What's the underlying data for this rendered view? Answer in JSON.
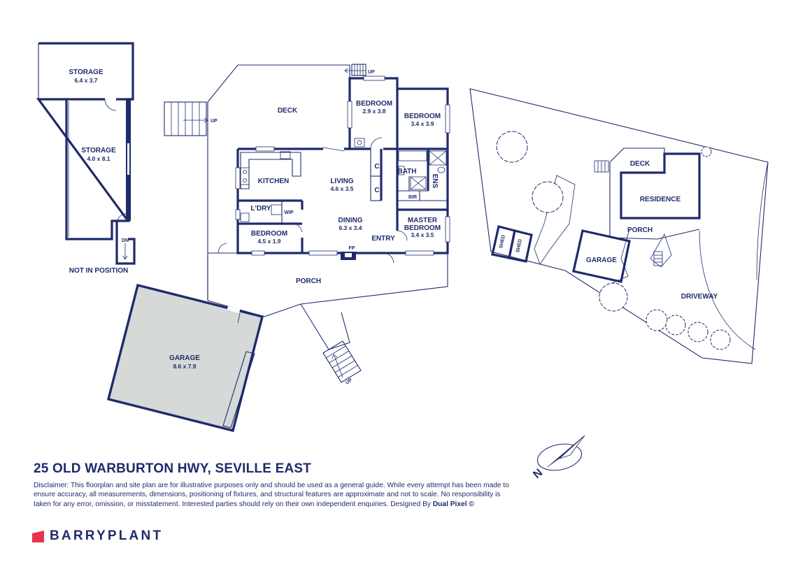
{
  "colors": {
    "ink": "#1f2b6b",
    "garage_fill": "#d5d9d7",
    "brand_red": "#e8334a"
  },
  "outbuilding": {
    "storage_top": {
      "name": "STORAGE",
      "dims": "6.4 x 3.7"
    },
    "storage_main": {
      "name": "STORAGE",
      "dims": "4.0 x 8.1"
    },
    "dn": "DN",
    "not_in_position": "NOT IN POSITION"
  },
  "house": {
    "deck": "DECK",
    "up_top": "UP",
    "up_left": "UP",
    "up_bottom": "UP",
    "kitchen": "KITCHEN",
    "laundry": "L'DRY",
    "wip": "WIP",
    "living": {
      "name": "LIVING",
      "dims": "4.6 x 3.5"
    },
    "dining": {
      "name": "DINING",
      "dims": "6.3 x 3.4"
    },
    "bedroom_small": {
      "name": "BEDROOM",
      "dims": "4.5 x 1.9"
    },
    "bedroom_2": {
      "name": "BEDROOM",
      "dims": "2.9 x 3.8"
    },
    "bedroom_3": {
      "name": "BEDROOM",
      "dims": "3.4 x 3.9"
    },
    "master": {
      "name1": "MASTER",
      "name2": "BEDROOM",
      "dims": "3.4 x 3.5"
    },
    "bath": "BATH",
    "ens": "ENS",
    "bir": "BIR",
    "entry": "ENTRY",
    "fp": "FP",
    "cupboard": "C",
    "porch": "PORCH"
  },
  "garage": {
    "name": "GARAGE",
    "dims": "8.6 x 7.9"
  },
  "site": {
    "deck": "DECK",
    "residence": "RESIDENCE",
    "porch": "PORCH",
    "garage": "GARAGE",
    "shed": "SHED",
    "driveway": "DRIVEWAY"
  },
  "compass": {
    "letter": "N"
  },
  "address": "25 OLD WARBURTON HWY, SEVILLE EAST",
  "disclaimer": "Disclaimer: This floorplan and site plan are for illustrative purposes only and should be used as a general guide. While every attempt has been made to ensure accuracy, all measurements, dimensions, positioning of fixtures, and structural features are approximate and not to scale. No responsibility is taken for any error, omission, or misstatement. Interested parties should rely on their own independent enquiries. Designed By",
  "designer": "Dual Pixel ©",
  "brand": "BARRYPLANT"
}
